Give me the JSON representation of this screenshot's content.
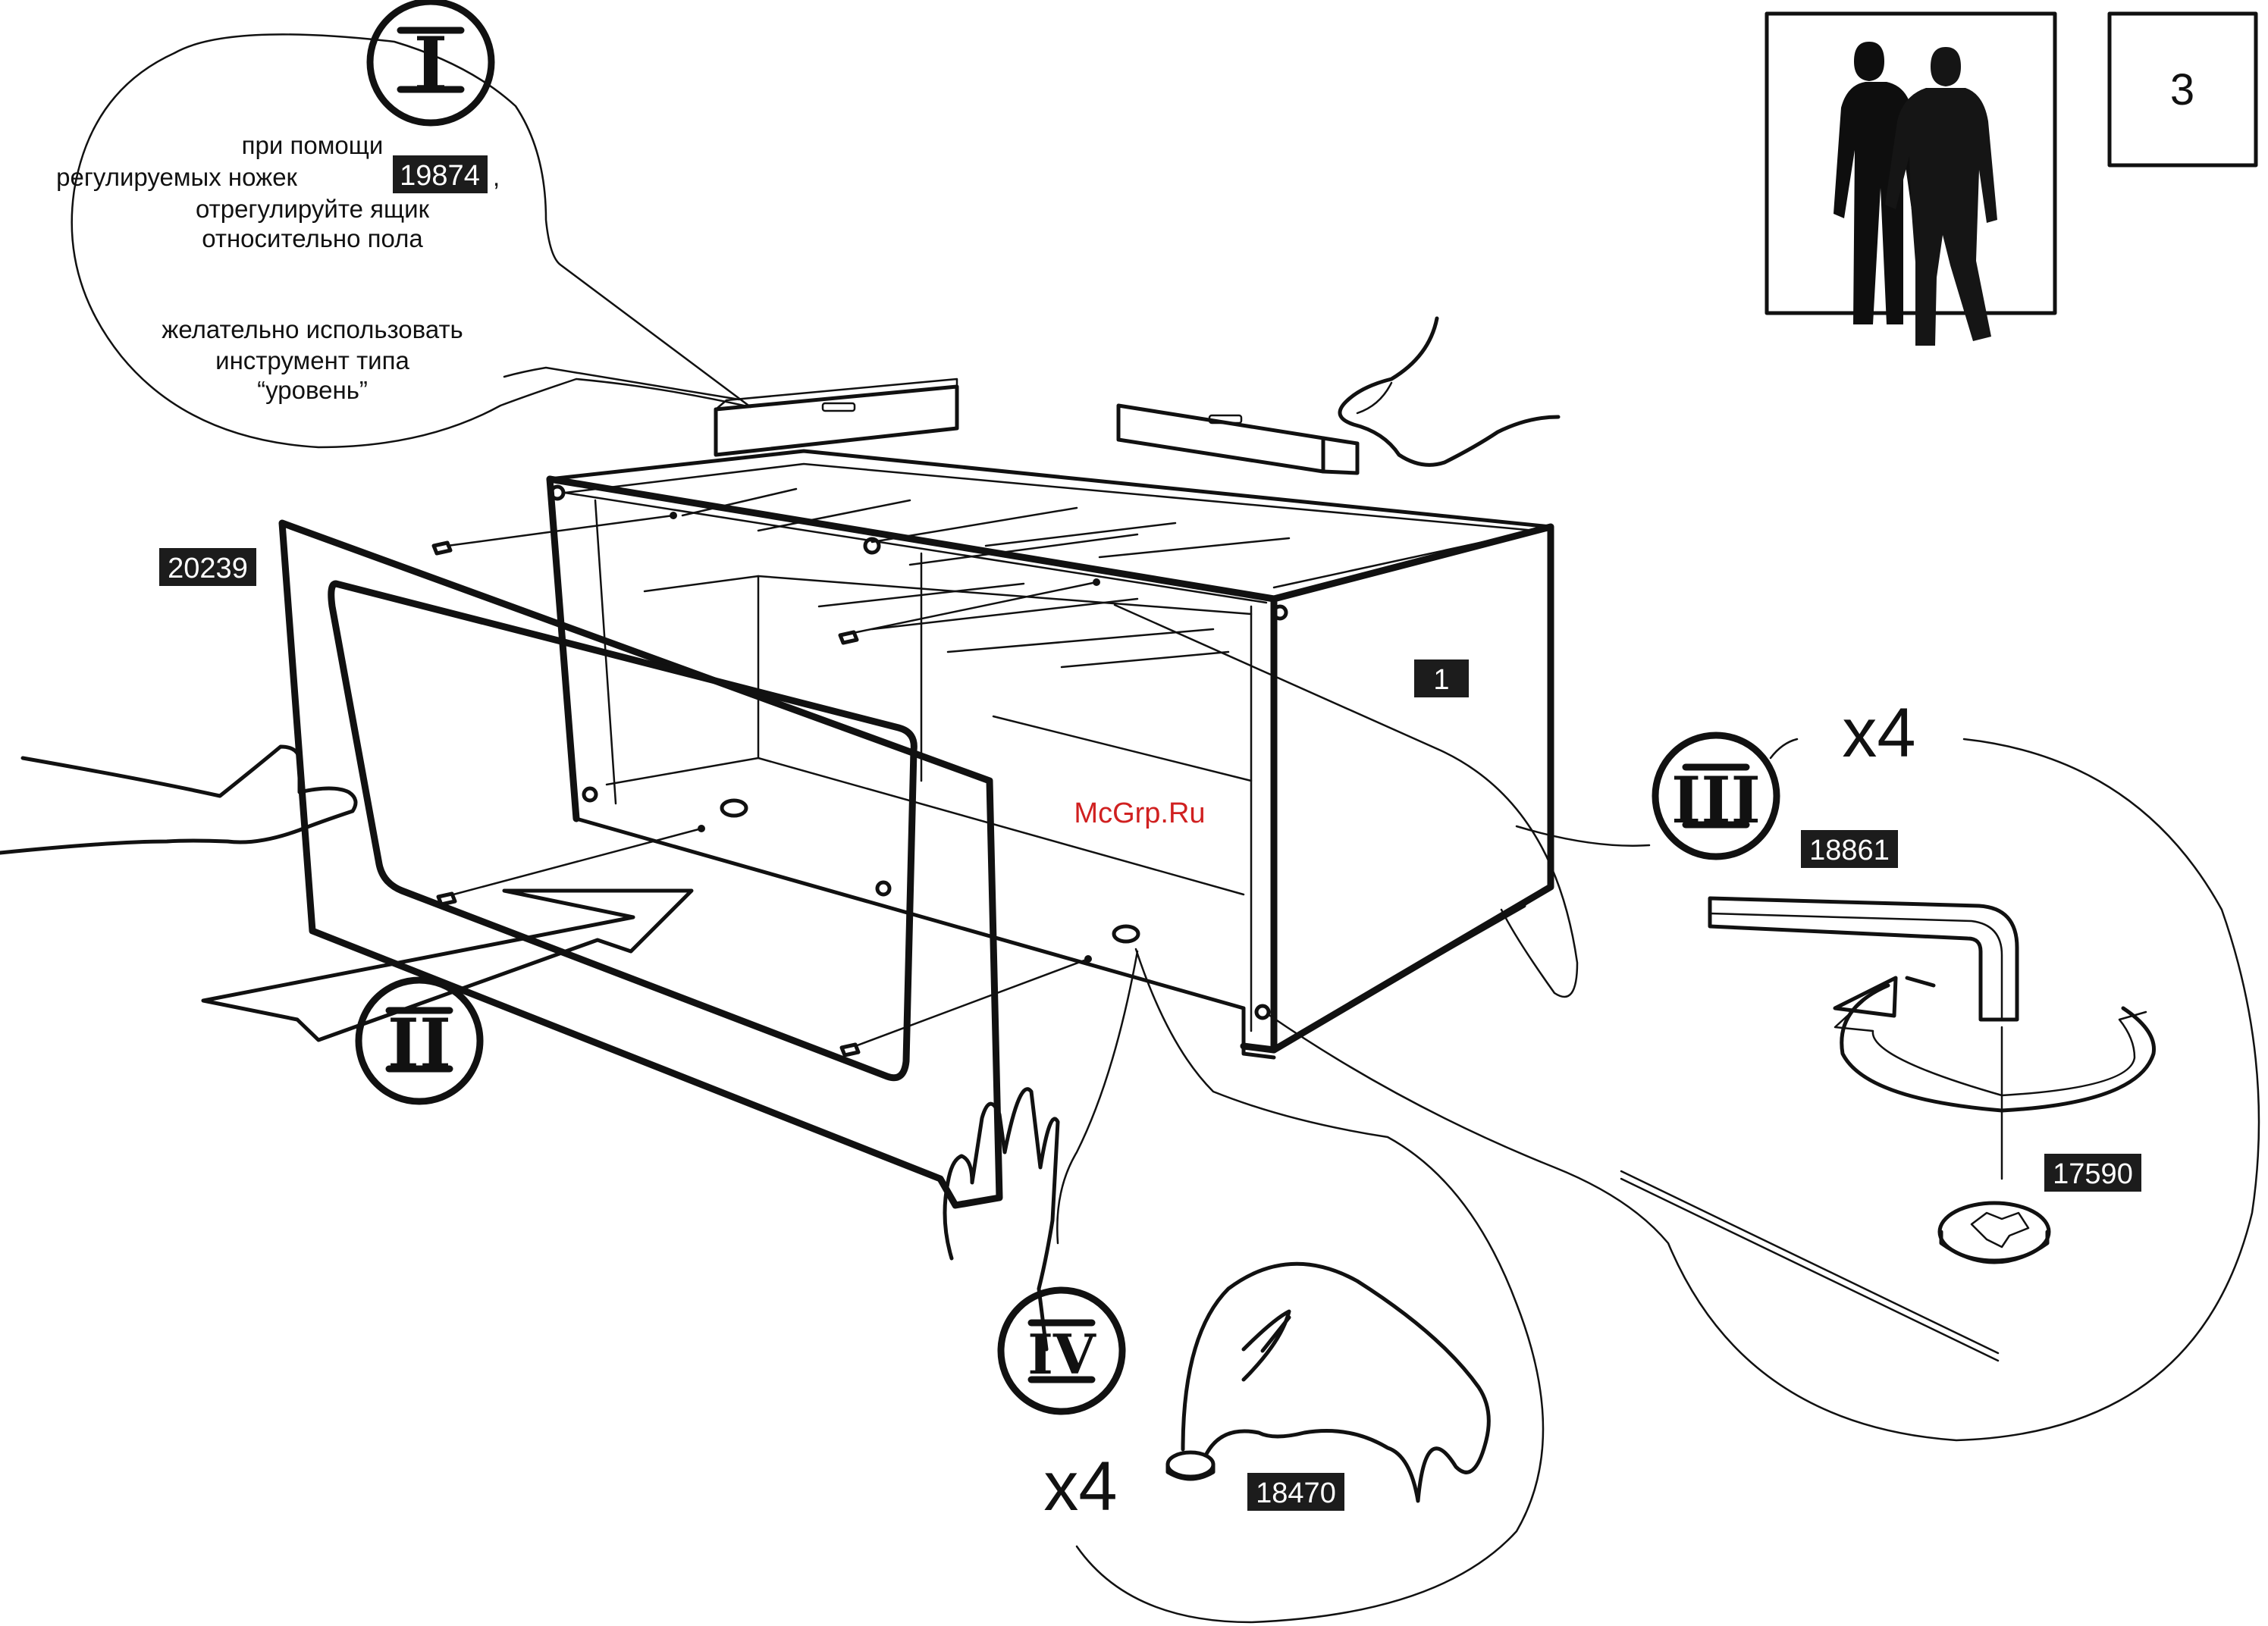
{
  "page_number": "3",
  "instruction_text": {
    "line1": "при помощи",
    "line2_before": "регулируемых ножек",
    "line2_part": "19874",
    "line2_after": ",",
    "line3": "отрегулируйте ящик",
    "line4": "относительно пола",
    "line5": "желательно использовать",
    "line6": "инструмент типа",
    "line7": "“уровень”"
  },
  "steps": {
    "step1": "I",
    "step2": "II",
    "step3": "III",
    "step4": "IV"
  },
  "part_labels": {
    "frame": "20239",
    "cabinet": "1",
    "hex_key": "18861",
    "leveler": "17590",
    "pad": "18470"
  },
  "quantities": {
    "step3": "x4",
    "step4": "x4"
  },
  "watermark": "McGrp.Ru"
}
